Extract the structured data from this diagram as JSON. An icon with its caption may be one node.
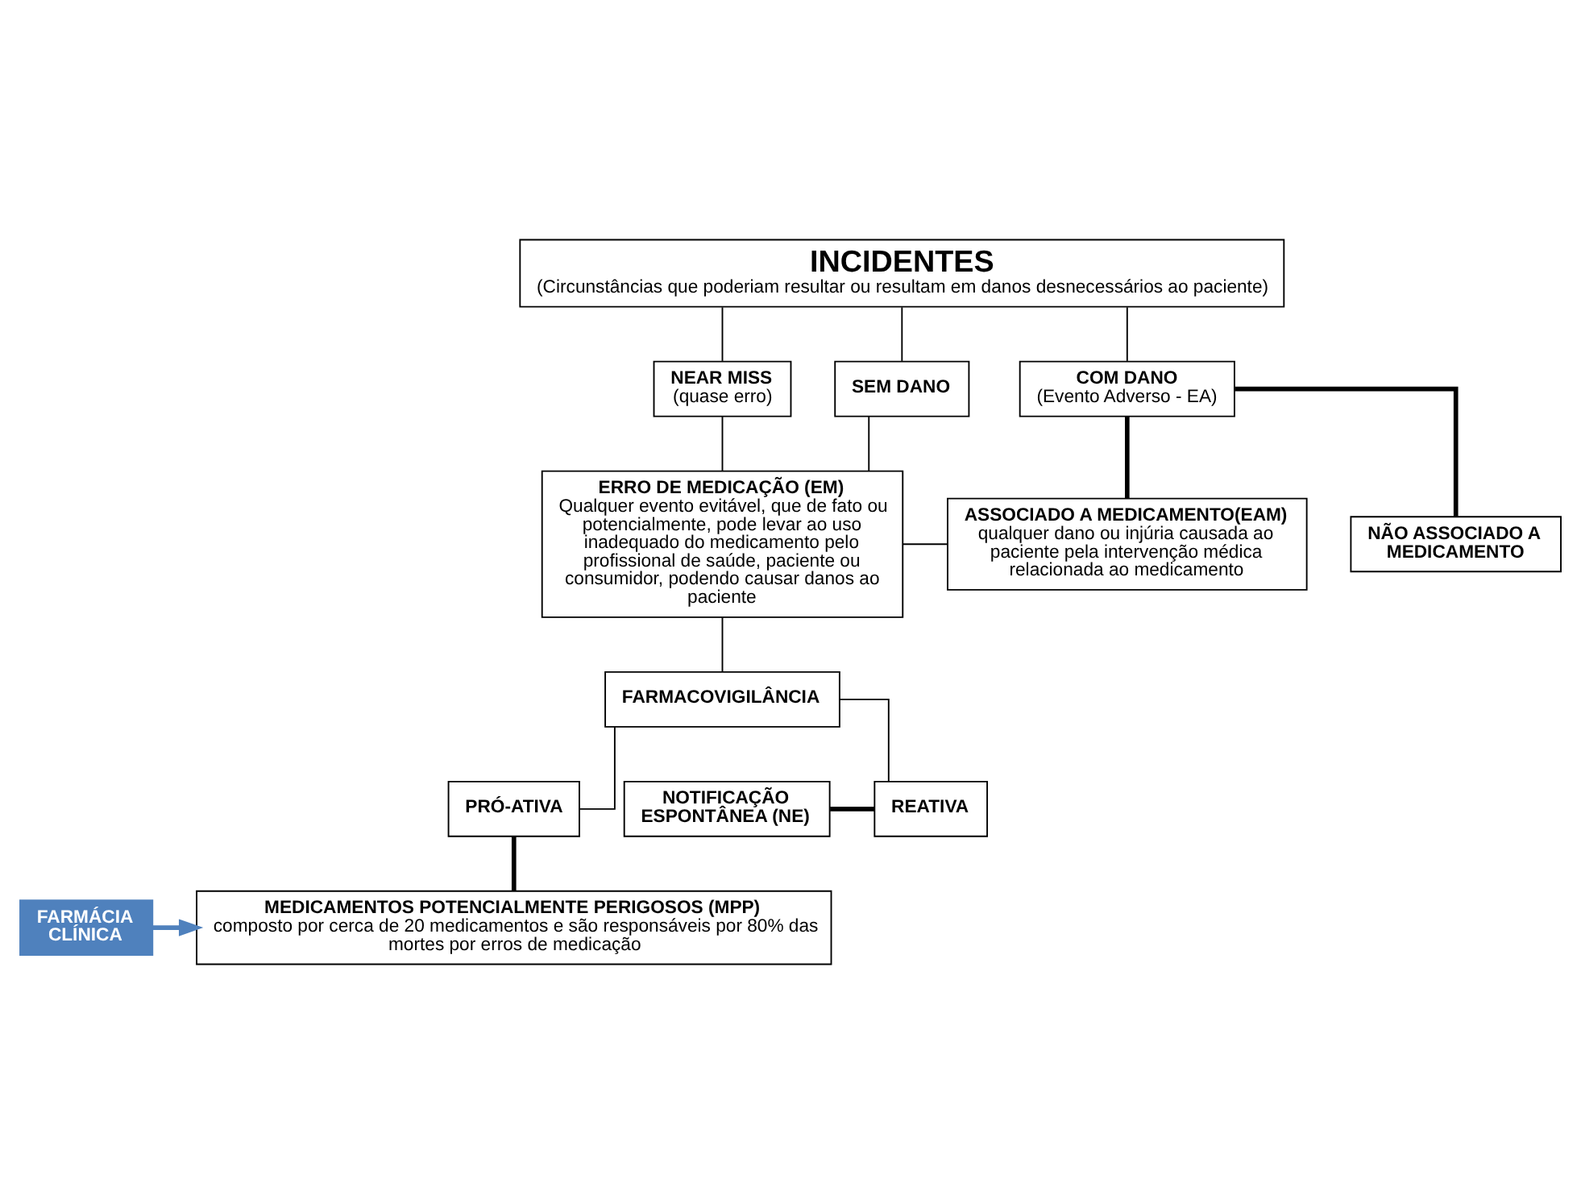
{
  "diagram": {
    "nodes": [
      {
        "text": [
          "INCIDENTES",
          "(Circunstâncias que poderiam resultar ou resultam em danos desnecessários ao paciente)"
        ]
      },
      {
        "text": [
          "NEAR MISS",
          "(quase erro)"
        ]
      },
      {
        "text": [
          "SEM DANO"
        ]
      },
      {
        "text": [
          "COM DANO",
          "(Evento Adverso - EA)"
        ]
      },
      {
        "text": [
          "ERRO DE MEDICAÇÃO (EM)",
          "Qualquer evento evitável, que de fato ou potencialmente, pode levar ao uso inadequado do medicamento pelo profissional de saúde, paciente ou consumidor, podendo causar danos ao paciente"
        ]
      },
      {
        "text": [
          "ASSOCIADO A MEDICAMENTO(EAM)",
          "qualquer dano ou injúria causada ao paciente pela intervenção médica relacionada ao medicamento"
        ]
      },
      {
        "text": [
          "NÃO ASSOCIADO A MEDICAMENTO"
        ]
      },
      {
        "text": [
          "FARMACOVIGILÂNCIA"
        ]
      },
      {
        "text": [
          "NOTIFICAÇÃO ESPONTÂNEA (NE)"
        ]
      },
      {
        "text": [
          "REATIVA"
        ]
      },
      {
        "text": [
          "PRÓ-ATIVA"
        ]
      },
      {
        "text": [
          "MEDICAMENTOS POTENCIALMENTE PERIGOSOS (MPP)",
          "composto por cerca de 20 medicamentos e são responsáveis por 80% das mortes por erros de medicação"
        ]
      },
      {
        "text": [
          "FARMÁCIA CLÍNICA"
        ]
      }
    ],
    "edges": [
      {
        "from": 0,
        "to": 1,
        "arrow": "none"
      },
      {
        "from": 0,
        "to": 2,
        "arrow": "none"
      },
      {
        "from": 0,
        "to": 3,
        "arrow": "none"
      },
      {
        "from": 1,
        "to": 4,
        "arrow": "none"
      },
      {
        "from": 2,
        "to": 4,
        "arrow": "none"
      },
      {
        "from": 3,
        "to": 5,
        "arrow": "none",
        "style": "thick"
      },
      {
        "from": 3,
        "to": 6,
        "arrow": "none",
        "style": "thick"
      },
      {
        "from": 4,
        "to": 5,
        "arrow": "none"
      },
      {
        "from": 4,
        "to": 7,
        "arrow": "none"
      },
      {
        "from": 7,
        "to": 9,
        "arrow": "none"
      },
      {
        "from": 7,
        "to": 10,
        "arrow": "none"
      },
      {
        "from": 8,
        "to": 9,
        "arrow": "none",
        "style": "thick"
      },
      {
        "from": 10,
        "to": 11,
        "arrow": "none",
        "style": "thick"
      },
      {
        "from": 12,
        "to": 11,
        "arrow": "to",
        "style": "thick",
        "color": "#4f81bd"
      }
    ]
  }
}
